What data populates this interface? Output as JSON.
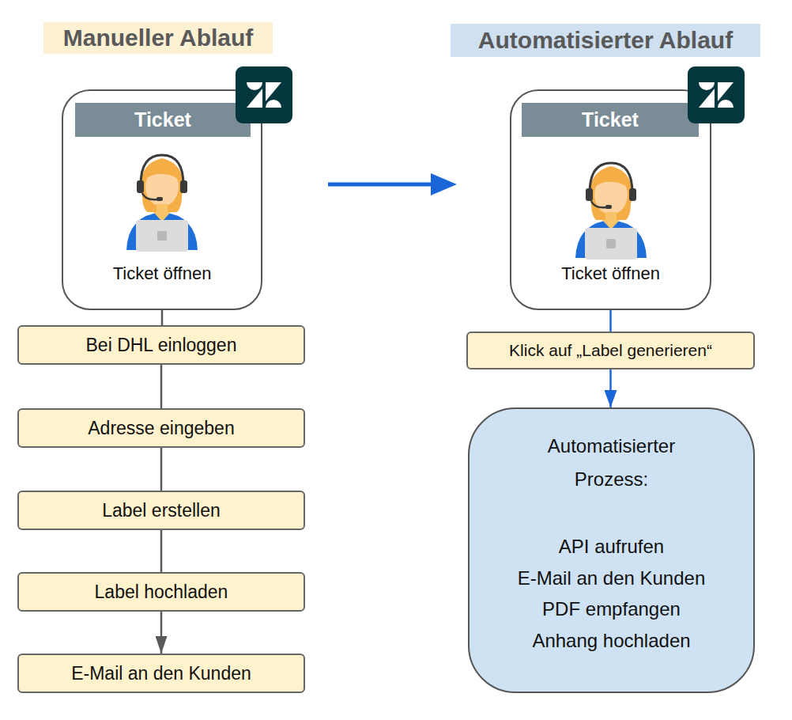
{
  "diagram": {
    "nodes": [
      {
        "text": [
          "Ticket öffnen"
        ]
      },
      {
        "text": [
          "Ticket"
        ],
        "in": 0
      },
      {
        "text": [
          "Bei DHL einloggen"
        ]
      },
      {
        "text": [
          "Adresse eingeben"
        ]
      },
      {
        "text": [
          "Label erstellen"
        ]
      },
      {
        "text": [
          "Label hochladen"
        ]
      },
      {
        "text": [
          "E-Mail an den Kunden"
        ]
      },
      {
        "text": [
          "Ticket öffnen"
        ]
      },
      {
        "text": [
          "Ticket"
        ],
        "in": 7
      },
      {
        "text": [
          "Klick auf „Label generieren“"
        ]
      },
      {
        "text": [
          "Automatisierter Prozess:",
          "API aufrufen",
          "E-Mail an den Kunden",
          "PDF empfangen",
          "Anhang hochladen"
        ]
      }
    ],
    "edges": [
      {
        "from": 0,
        "to": 2,
        "arrow": "none"
      },
      {
        "from": 2,
        "to": 3,
        "arrow": "none"
      },
      {
        "from": 3,
        "to": 4,
        "arrow": "none"
      },
      {
        "from": 4,
        "to": 5,
        "arrow": "none"
      },
      {
        "from": 5,
        "to": 6,
        "arrow": "to"
      },
      {
        "from": 7,
        "to": 9,
        "arrow": "none"
      },
      {
        "from": 9,
        "to": 10,
        "arrow": "to"
      }
    ],
    "labels": [
      "Manueller Ablauf",
      "Automatisierter Ablauf"
    ]
  }
}
